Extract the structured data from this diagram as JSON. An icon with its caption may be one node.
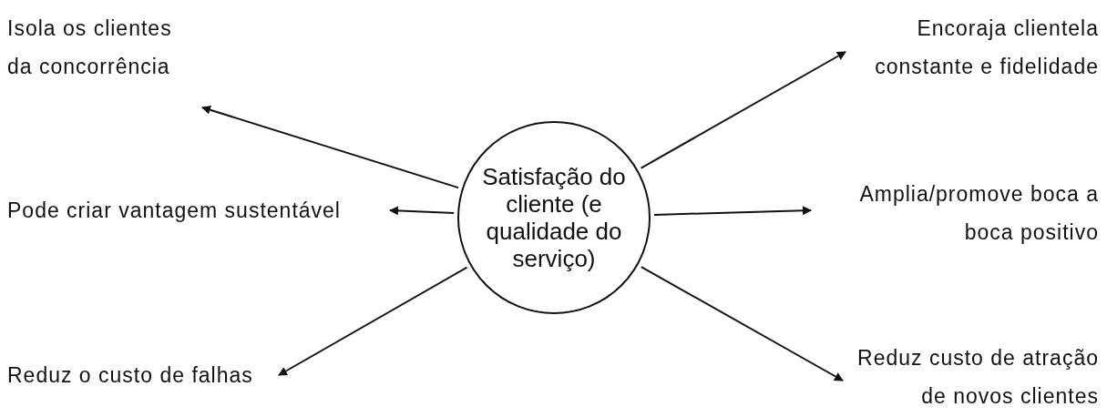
{
  "diagram": {
    "nodes": [
      {
        "text": [
          "Satisfação do cliente (e qualidade do serviço)"
        ]
      },
      {
        "text": [
          "Isola os clientes da concorrência"
        ]
      },
      {
        "text": [
          "Encoraja clientela constante e fidelidade"
        ]
      },
      {
        "text": [
          "Pode criar vantagem sustentável"
        ]
      },
      {
        "text": [
          "Amplia/promove boca a boca positivo"
        ]
      },
      {
        "text": [
          "Reduz o custo de falhas"
        ]
      },
      {
        "text": [
          "Reduz custo de atração de novos clientes"
        ]
      }
    ],
    "edges": [
      {
        "from": 0,
        "to": 1,
        "arrow": "to"
      },
      {
        "from": 0,
        "to": 2,
        "arrow": "to"
      },
      {
        "from": 0,
        "to": 3,
        "arrow": "to"
      },
      {
        "from": 0,
        "to": 4,
        "arrow": "to"
      },
      {
        "from": 0,
        "to": 5,
        "arrow": "to"
      },
      {
        "from": 0,
        "to": 6,
        "arrow": "to"
      }
    ]
  }
}
